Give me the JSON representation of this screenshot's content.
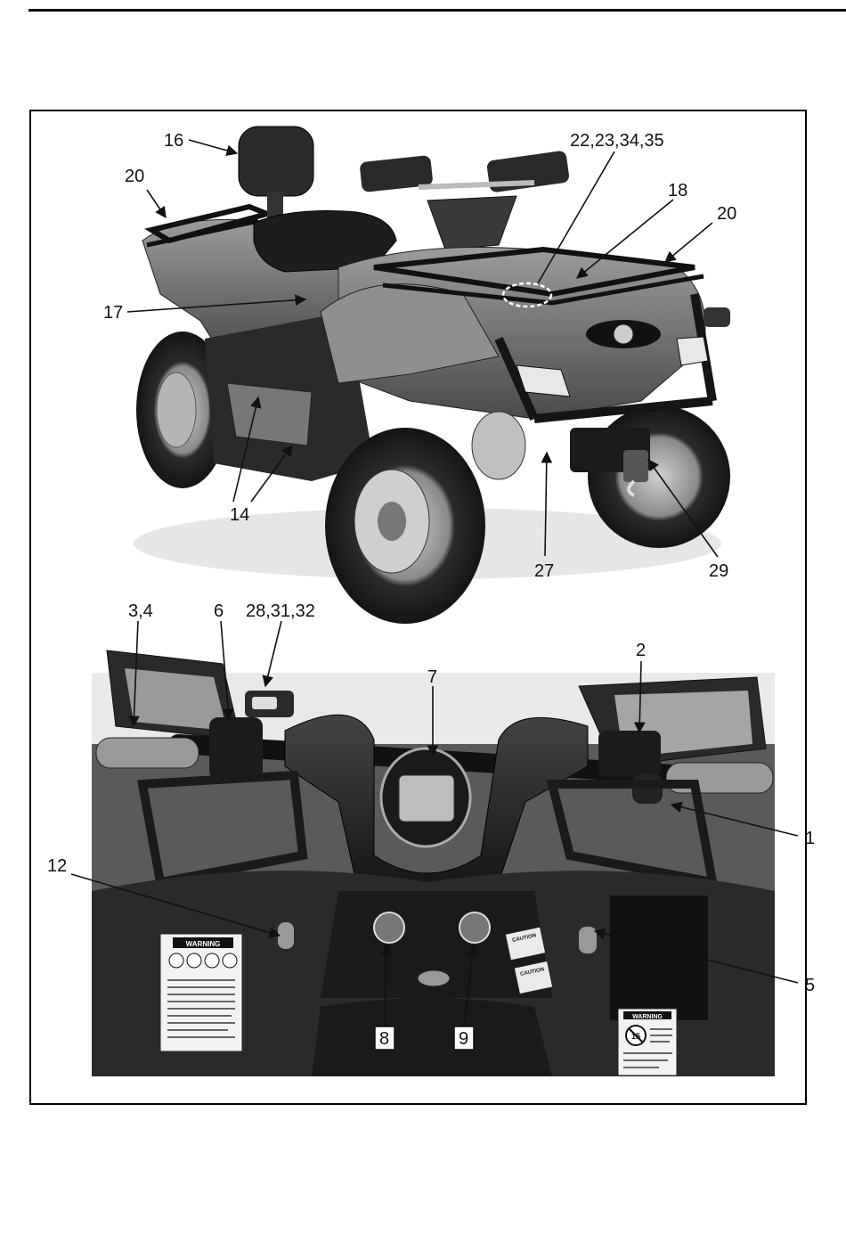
{
  "callouts": {
    "c16": "16",
    "c20a": "20",
    "c22": "22,23,34,35",
    "c18": "18",
    "c20b": "20",
    "c17": "17",
    "c14": "14",
    "c27": "27",
    "c29": "29",
    "c34": "3,4",
    "c6": "6",
    "c28": "28,31,32",
    "c7": "7",
    "c2": "2",
    "c1": "1",
    "c12": "12",
    "c5": "5",
    "c8": "8",
    "c9": "9"
  },
  "decals": {
    "left_title": "WARNING",
    "right_title": "WARNING",
    "right_badge": "15",
    "caution_a": "CAUTION",
    "caution_b": "CAUTION"
  }
}
